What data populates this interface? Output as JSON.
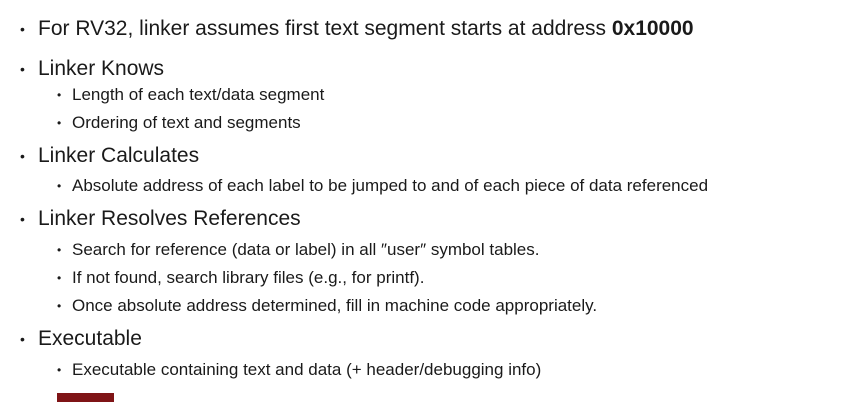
{
  "colors": {
    "background": "#ffffff",
    "text": "#1a1a1a",
    "accent_bar": "#7f1416"
  },
  "bullet_char": "•",
  "slide": {
    "rows": [
      {
        "level": 1,
        "text": "For RV32, linker assumes first text segment starts at address ",
        "bold": "0x10000"
      },
      {
        "level": 1,
        "text": "Linker Knows"
      },
      {
        "level": 2,
        "text": "Length of each text/data segment"
      },
      {
        "level": 2,
        "text": "Ordering of text and segments"
      },
      {
        "level": 1,
        "text": "Linker Calculates"
      },
      {
        "level": 2,
        "text": "Absolute address of each label to be jumped to and of each piece of data referenced"
      },
      {
        "level": 1,
        "text": "Linker Resolves References"
      },
      {
        "level": 2,
        "text": "Search for reference (data or label) in all ″user″ symbol tables."
      },
      {
        "level": 2,
        "text": "If not found, search library files (e.g., for printf)."
      },
      {
        "level": 2,
        "text": "Once absolute address determined, fill in machine code appropriately."
      },
      {
        "level": 1,
        "text": "Executable"
      },
      {
        "level": 2,
        "text": "Executable containing text and data (+ header/debugging info)"
      }
    ]
  }
}
